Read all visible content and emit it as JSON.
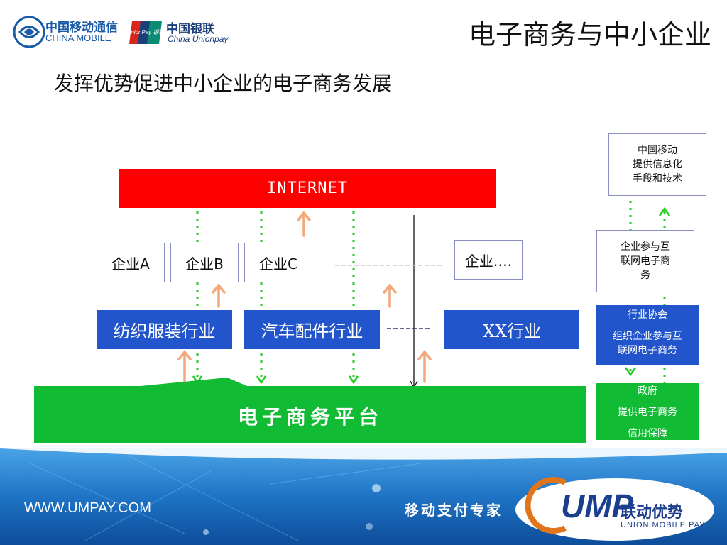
{
  "header": {
    "china_mobile_cn": "中国移动通信",
    "china_mobile_en": "CHINA MOBILE",
    "unionpay_badge": "UnionPay 银联",
    "unionpay_cn": "中国银联",
    "unionpay_en": "China Unionpay",
    "title": "电子商务与中小企业"
  },
  "subtitle": "发挥优势促进中小企业的电子商务发展",
  "diagram": {
    "internet": "INTERNET",
    "enterprises": [
      "企业A",
      "企业B",
      "企业C",
      "企业…."
    ],
    "industries": [
      "纺织服装行业",
      "汽车配件行业",
      "XX行业"
    ],
    "platform": "电子商务平台"
  },
  "side": {
    "china_mobile": [
      "中国移动",
      "提供信息化",
      "手段和技术"
    ],
    "enterprise": [
      "企业参与互",
      "联网电子商",
      "务"
    ],
    "association": [
      "行业协会",
      "组织企业参与互",
      "联网电子商务"
    ],
    "government": [
      "政府",
      "提供电子商务",
      "信用保障"
    ]
  },
  "footer": {
    "url": "WWW.UMPAY.COM",
    "slogan": "移动支付专家",
    "ump_logo": "UMP",
    "ump_cn": "联动优势",
    "ump_en": "UNION MOBILE PAY"
  },
  "colors": {
    "internet": "#ff0000",
    "industry": "#2255cc",
    "platform": "#11bb33",
    "arrow_up": "#f4a77a",
    "dotted": "#22cc22"
  }
}
